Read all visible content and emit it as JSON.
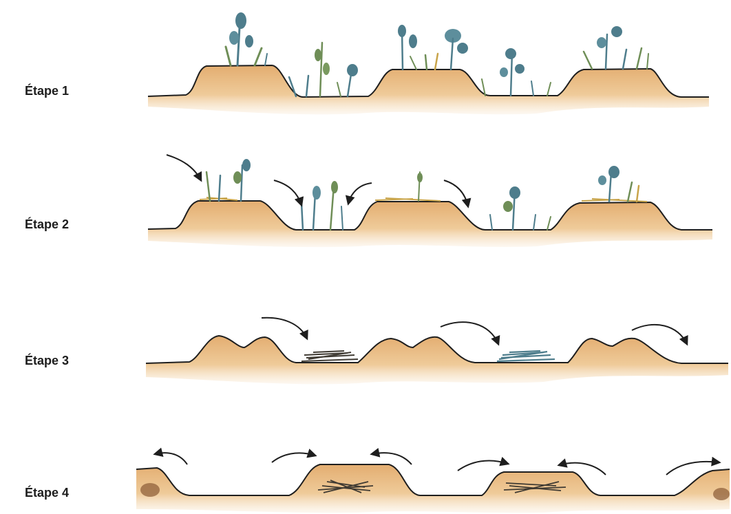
{
  "stages": [
    {
      "label": "Étape 1"
    },
    {
      "label": "Étape 2"
    },
    {
      "label": "Étape 3"
    },
    {
      "label": "Étape 4"
    }
  ],
  "colors": {
    "soil_light": "#f3d9b5",
    "soil_mid": "#e6b47a",
    "soil_dark": "#cf8a45",
    "outline": "#1e1e1e",
    "plant_blue": "#4e7d8c",
    "plant_green": "#6f8e57",
    "plant_yellow": "#c8a44a",
    "debris_dark": "#3f3a32"
  }
}
